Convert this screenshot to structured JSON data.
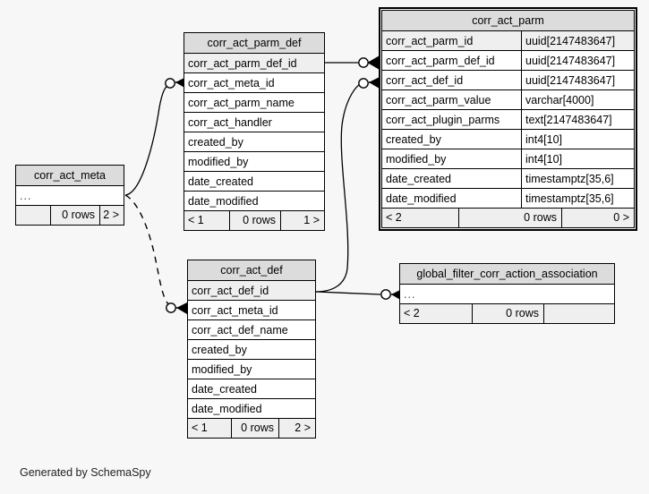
{
  "diagram": {
    "caption": "Generated by SchemaSpy",
    "background": "#f7f7f7",
    "header_fill": "#dcdcdc",
    "pk_row_fill": "#efefef",
    "footer_fill": "#efefef",
    "line_color": "#000000"
  },
  "tables": {
    "corr_act_parm": {
      "name": "corr_act_parm",
      "emphasis": true,
      "columns": [
        {
          "name": "corr_act_parm_id",
          "type": "uuid[2147483647]",
          "pk": true
        },
        {
          "name": "corr_act_parm_def_id",
          "type": "uuid[2147483647]",
          "pk": false
        },
        {
          "name": "corr_act_def_id",
          "type": "uuid[2147483647]",
          "pk": false
        },
        {
          "name": "corr_act_parm_value",
          "type": "varchar[4000]",
          "pk": false
        },
        {
          "name": "corr_act_plugin_parms",
          "type": "text[2147483647]",
          "pk": false
        },
        {
          "name": "created_by",
          "type": "int4[10]",
          "pk": false
        },
        {
          "name": "modified_by",
          "type": "int4[10]",
          "pk": false
        },
        {
          "name": "date_created",
          "type": "timestamptz[35,6]",
          "pk": false
        },
        {
          "name": "date_modified",
          "type": "timestamptz[35,6]",
          "pk": false
        }
      ],
      "footer": {
        "left": "< 2",
        "middle": "0 rows",
        "right": "0 >"
      }
    },
    "corr_act_parm_def": {
      "name": "corr_act_parm_def",
      "emphasis": false,
      "columns": [
        {
          "name": "corr_act_parm_def_id",
          "type": "",
          "pk": true
        },
        {
          "name": "corr_act_meta_id",
          "type": "",
          "pk": false
        },
        {
          "name": "corr_act_parm_name",
          "type": "",
          "pk": false
        },
        {
          "name": "corr_act_handler",
          "type": "",
          "pk": false
        },
        {
          "name": "created_by",
          "type": "",
          "pk": false
        },
        {
          "name": "modified_by",
          "type": "",
          "pk": false
        },
        {
          "name": "date_created",
          "type": "",
          "pk": false
        },
        {
          "name": "date_modified",
          "type": "",
          "pk": false
        }
      ],
      "footer": {
        "left": "< 1",
        "middle": "0 rows",
        "right": "1 >"
      }
    },
    "corr_act_def": {
      "name": "corr_act_def",
      "emphasis": false,
      "columns": [
        {
          "name": "corr_act_def_id",
          "type": "",
          "pk": true
        },
        {
          "name": "corr_act_meta_id",
          "type": "",
          "pk": false
        },
        {
          "name": "corr_act_def_name",
          "type": "",
          "pk": false
        },
        {
          "name": "created_by",
          "type": "",
          "pk": false
        },
        {
          "name": "modified_by",
          "type": "",
          "pk": false
        },
        {
          "name": "date_created",
          "type": "",
          "pk": false
        },
        {
          "name": "date_modified",
          "type": "",
          "pk": false
        }
      ],
      "footer": {
        "left": "< 1",
        "middle": "0 rows",
        "right": "2 >"
      }
    },
    "corr_act_meta": {
      "name": "corr_act_meta",
      "emphasis": false,
      "columns": [
        {
          "name": "...",
          "type": "",
          "pk": false
        }
      ],
      "footer": {
        "left": "",
        "middle": "0 rows",
        "right": "2 >"
      }
    },
    "global_filter_corr_action_association": {
      "name": "global_filter_corr_action_association",
      "emphasis": false,
      "columns": [
        {
          "name": "...",
          "type": "",
          "pk": false
        }
      ],
      "footer": {
        "left": "< 2",
        "middle": "0 rows",
        "right": ""
      }
    }
  },
  "relationships": [
    {
      "name": "parm-def-to-parm",
      "from": "corr_act_parm_def.corr_act_parm_def_id",
      "to": "corr_act_parm.corr_act_parm_def_id",
      "style": "solid"
    },
    {
      "name": "meta-to-parm-def",
      "from": "corr_act_meta",
      "to": "corr_act_parm_def.corr_act_meta_id",
      "style": "solid"
    },
    {
      "name": "def-to-parm",
      "from": "corr_act_def.corr_act_def_id",
      "to": "corr_act_parm.corr_act_def_id",
      "style": "solid"
    },
    {
      "name": "def-to-global-filter",
      "from": "corr_act_def.corr_act_def_id",
      "to": "global_filter_corr_action_association",
      "style": "solid"
    },
    {
      "name": "meta-to-def",
      "from": "corr_act_meta",
      "to": "corr_act_def.corr_act_meta_id",
      "style": "dashed"
    }
  ]
}
